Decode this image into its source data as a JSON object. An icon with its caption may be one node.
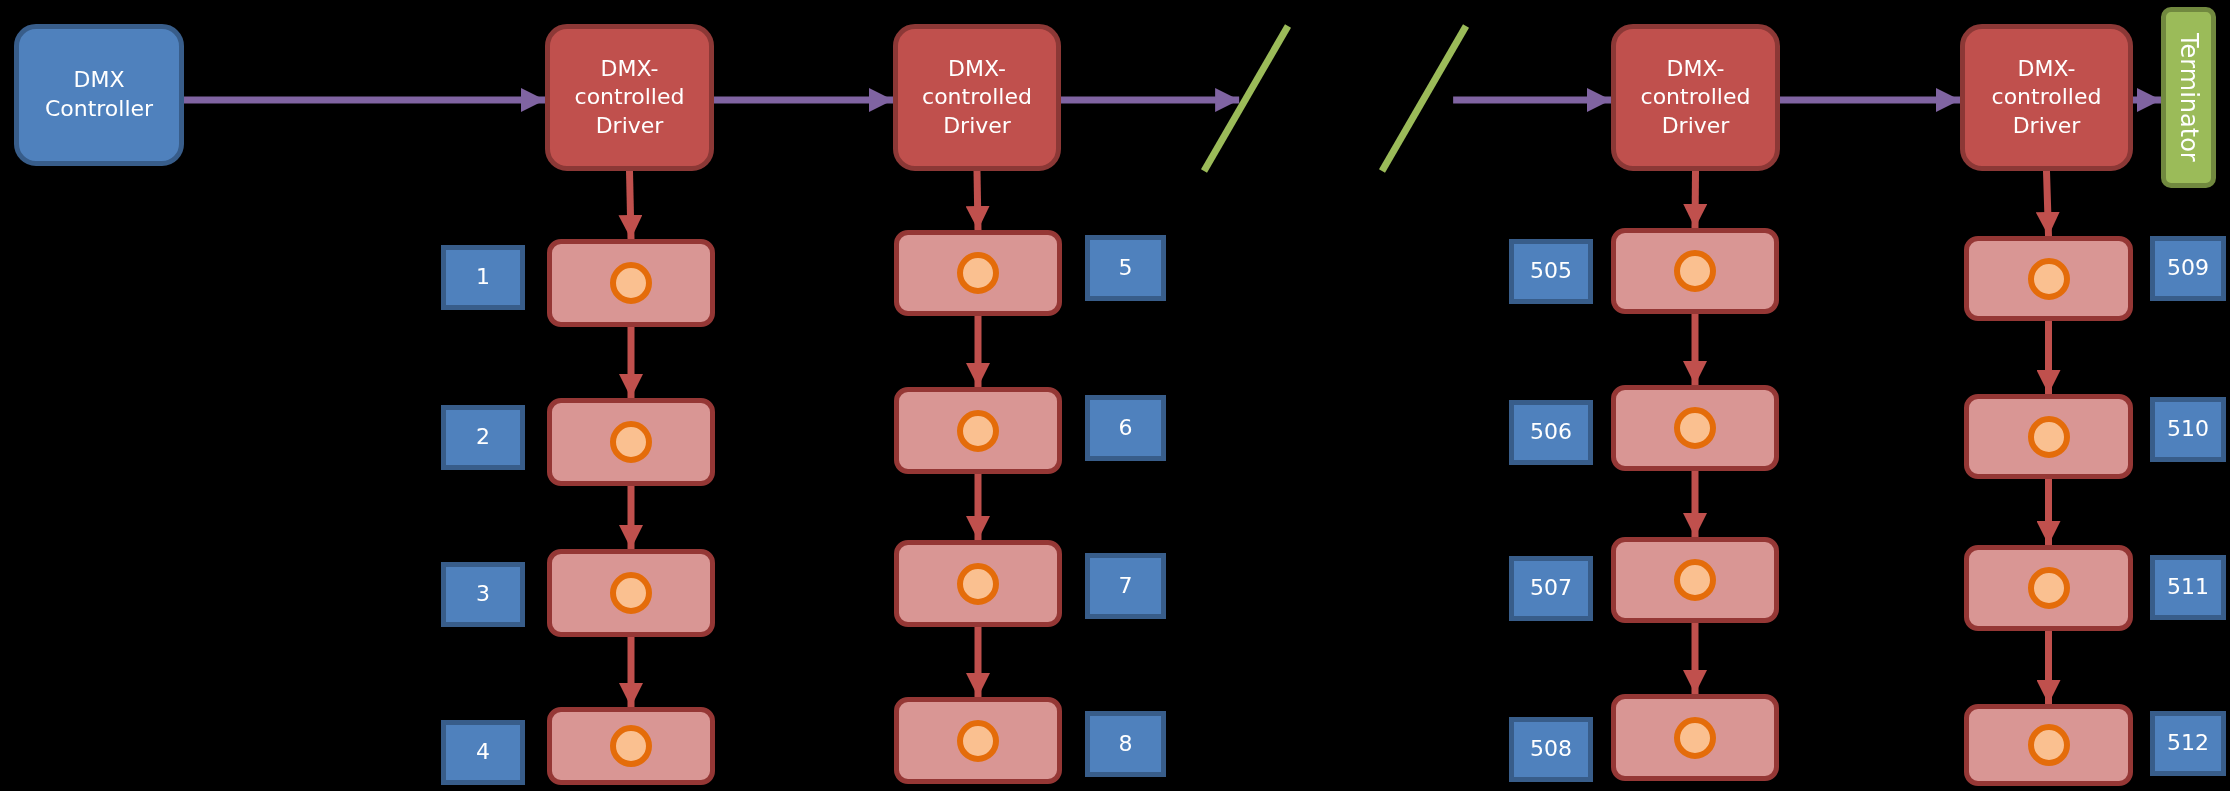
{
  "diagram": {
    "nodes": [
      {
        "text": [
          "DMX Controller"
        ]
      },
      {
        "text": [
          "DMX-controlled Driver"
        ]
      },
      {
        "text": [
          "DMX-controlled Driver"
        ]
      },
      {
        "text": [],
        "shape": "bar"
      },
      {
        "text": [],
        "shape": "bar"
      },
      {
        "text": [
          "DMX-controlled Driver"
        ]
      },
      {
        "text": [
          "DMX-controlled Driver"
        ]
      },
      {
        "text": [
          "Terminator"
        ]
      },
      {
        "text": [
          "1"
        ]
      },
      {
        "text": [],
        "shape": "box"
      },
      {
        "text": [],
        "shape": "box"
      },
      {
        "text": [
          "5"
        ]
      },
      {
        "text": [
          "505"
        ]
      },
      {
        "text": [],
        "shape": "box"
      },
      {
        "text": [],
        "shape": "box"
      },
      {
        "text": [
          "509"
        ]
      },
      {
        "text": [
          "2"
        ]
      },
      {
        "text": [],
        "shape": "box"
      },
      {
        "text": [],
        "shape": "box"
      },
      {
        "text": [
          "6"
        ]
      },
      {
        "text": [
          "506"
        ]
      },
      {
        "text": [],
        "shape": "box"
      },
      {
        "text": [],
        "shape": "box"
      },
      {
        "text": [
          "510"
        ]
      },
      {
        "text": [
          "3"
        ]
      },
      {
        "text": [],
        "shape": "box"
      },
      {
        "text": [],
        "shape": "box"
      },
      {
        "text": [
          "7"
        ]
      },
      {
        "text": [
          "507"
        ]
      },
      {
        "text": [],
        "shape": "box"
      },
      {
        "text": [],
        "shape": "box"
      },
      {
        "text": [
          "511"
        ]
      },
      {
        "text": [
          "4"
        ]
      },
      {
        "text": [],
        "shape": "box"
      },
      {
        "text": [],
        "shape": "box"
      },
      {
        "text": [
          "8"
        ]
      },
      {
        "text": [
          "508"
        ]
      },
      {
        "text": [],
        "shape": "box"
      },
      {
        "text": [],
        "shape": "box"
      },
      {
        "text": [
          "512"
        ]
      }
    ],
    "edges": [
      {
        "from": 0,
        "to": 1,
        "arrow": "to",
        "color": "#8064a2"
      },
      {
        "from": 1,
        "to": 2,
        "arrow": "to",
        "color": "#8064a2"
      },
      {
        "from": 2,
        "to": 3,
        "arrow": "to",
        "color": "#8064a2"
      },
      {
        "from": 4,
        "to": 5,
        "arrow": "to",
        "color": "#8064a2"
      },
      {
        "from": 5,
        "to": 6,
        "arrow": "to",
        "color": "#8064a2"
      },
      {
        "from": 6,
        "to": 7,
        "arrow": "to",
        "color": "#8064a2"
      },
      {
        "from": 1,
        "to": 9,
        "arrow": "to"
      },
      {
        "from": 9,
        "to": 17,
        "arrow": "to"
      },
      {
        "from": 17,
        "to": 25,
        "arrow": "to"
      },
      {
        "from": 25,
        "to": 33,
        "arrow": "to"
      },
      {
        "from": 2,
        "to": 10,
        "arrow": "to"
      },
      {
        "from": 10,
        "to": 18,
        "arrow": "to"
      },
      {
        "from": 18,
        "to": 26,
        "arrow": "to"
      },
      {
        "from": 26,
        "to": 34,
        "arrow": "to"
      },
      {
        "from": 5,
        "to": 13,
        "arrow": "to"
      },
      {
        "from": 13,
        "to": 21,
        "arrow": "to"
      },
      {
        "from": 21,
        "to": 29,
        "arrow": "to"
      },
      {
        "from": 29,
        "to": 37,
        "arrow": "to"
      },
      {
        "from": 6,
        "to": 14,
        "arrow": "to"
      },
      {
        "from": 14,
        "to": 22,
        "arrow": "to"
      },
      {
        "from": 22,
        "to": 30,
        "arrow": "to"
      },
      {
        "from": 30,
        "to": 38,
        "arrow": "to"
      }
    ]
  }
}
